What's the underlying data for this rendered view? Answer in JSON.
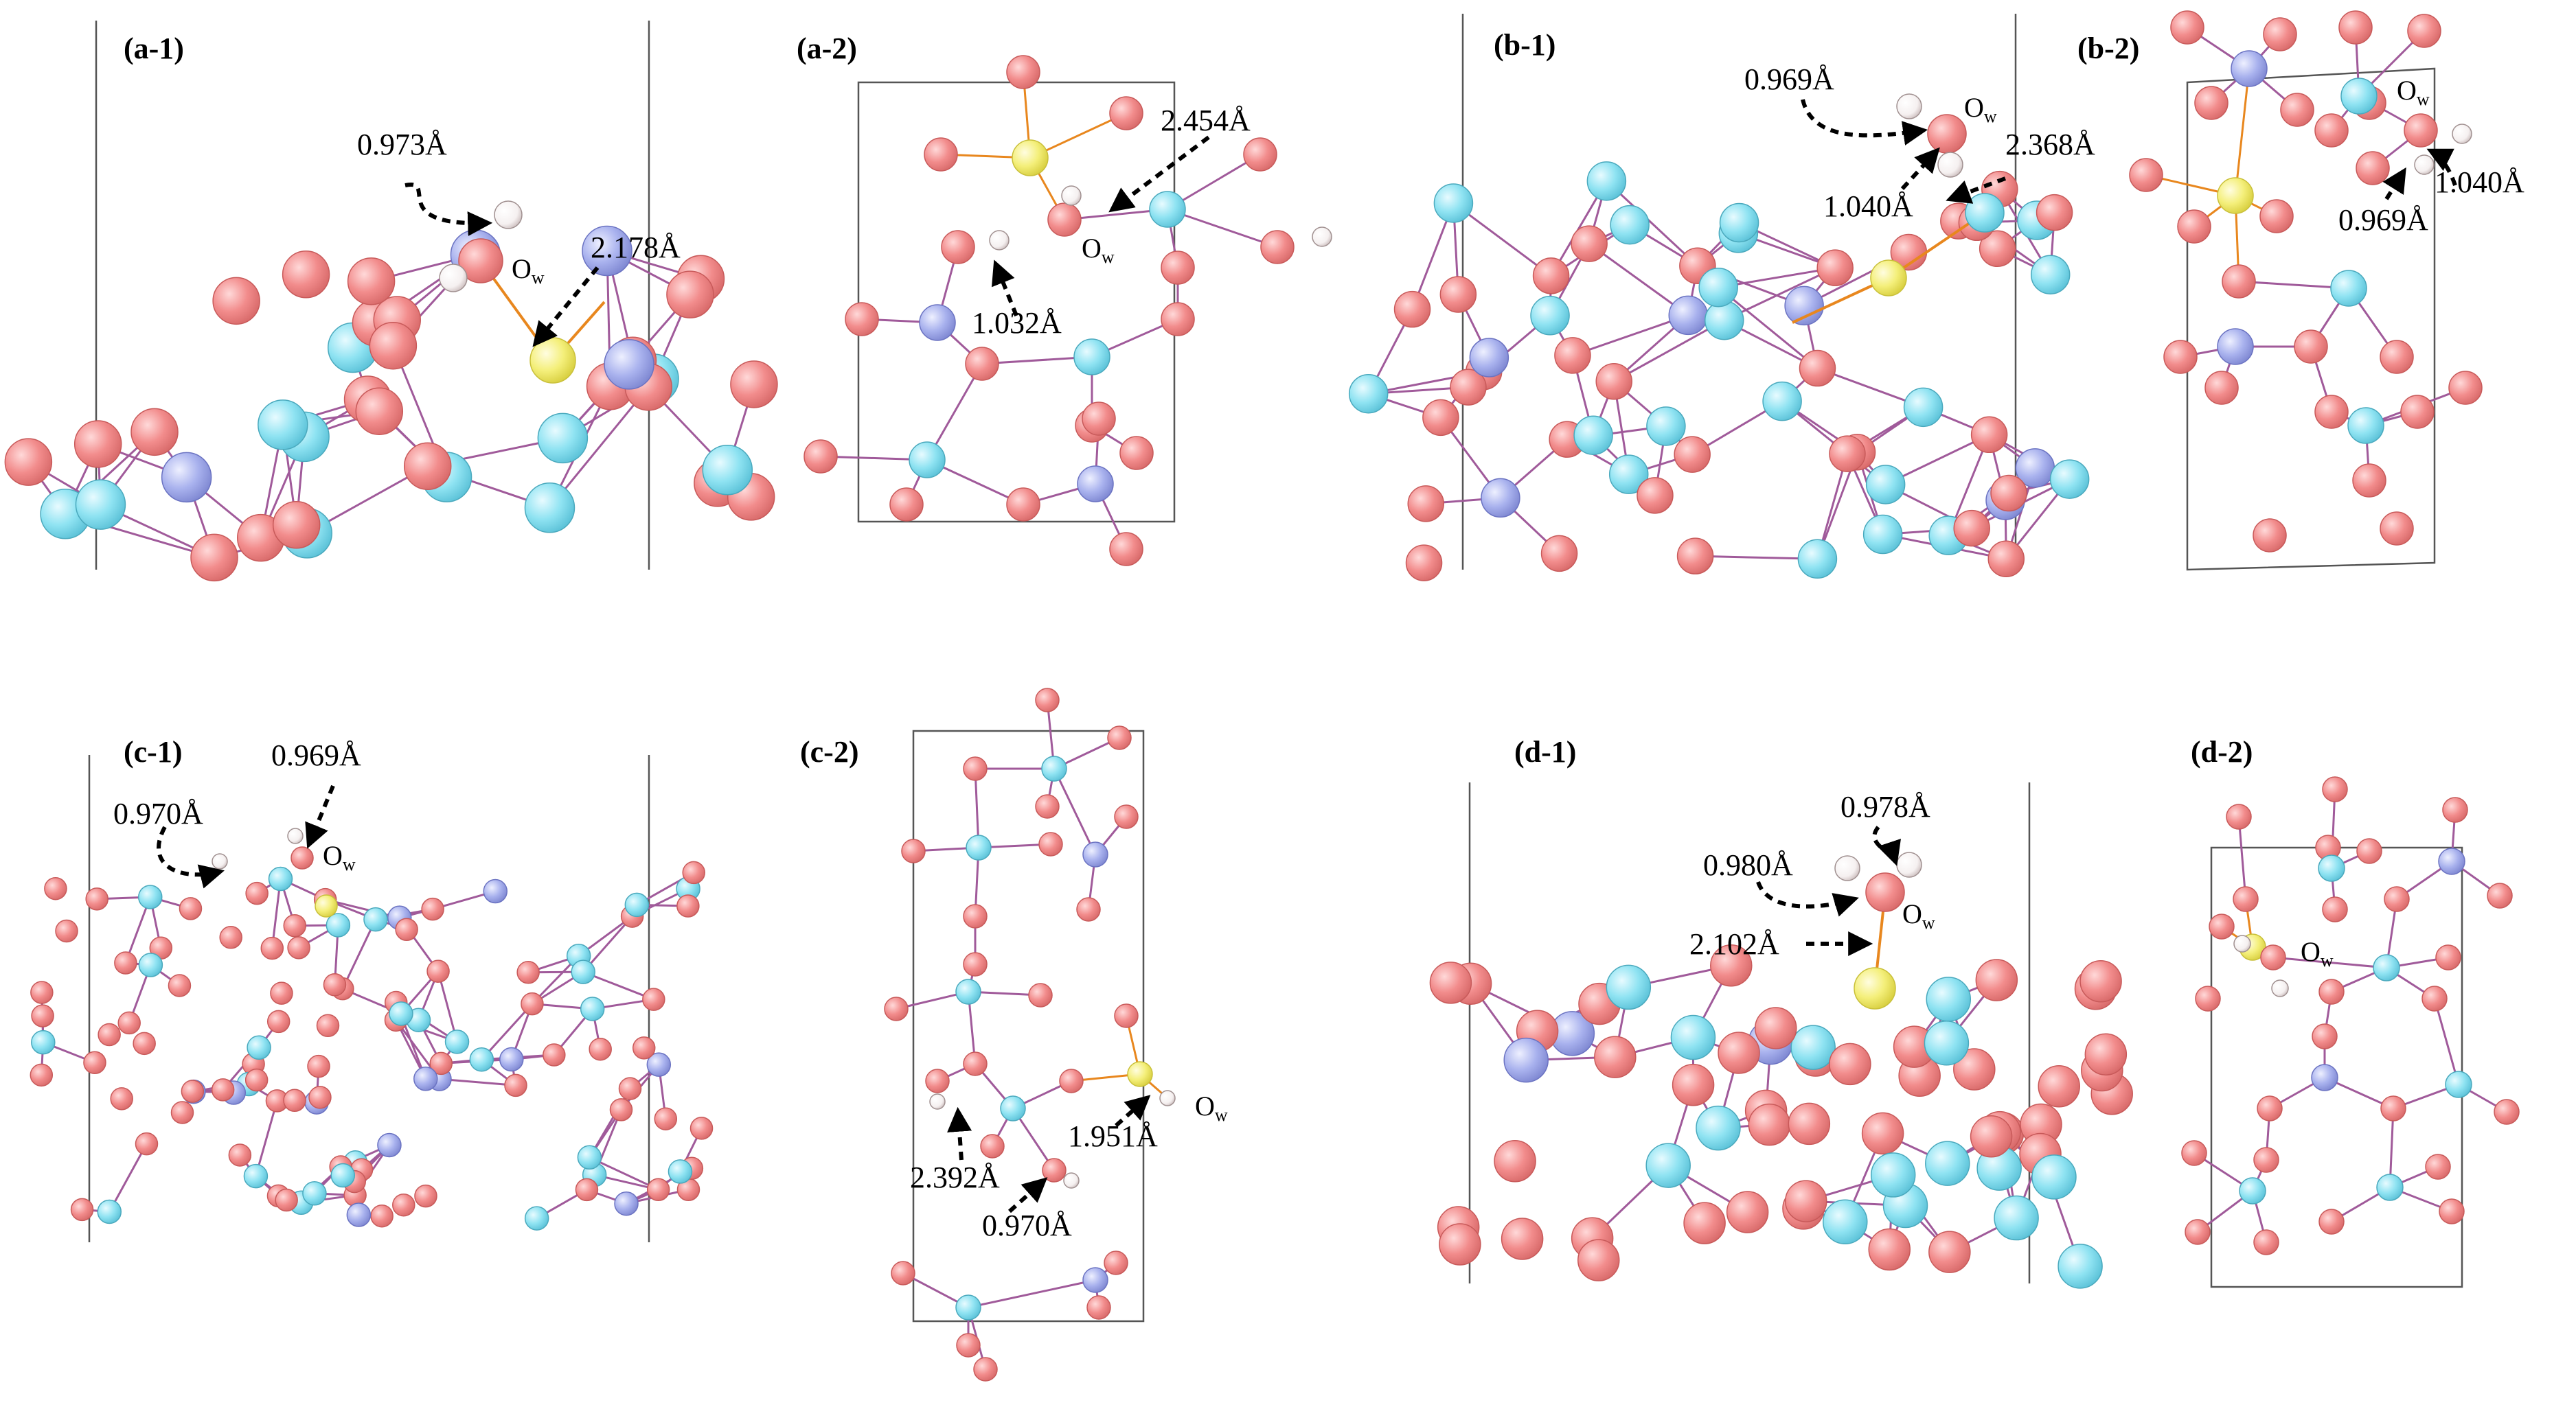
{
  "panels": [
    {
      "id": "a1",
      "label": "(a-1)",
      "distances": [
        "0.973Å",
        "2.178Å"
      ],
      "ow": true
    },
    {
      "id": "a2",
      "label": "(a-2)",
      "distances": [
        "2.454Å",
        "1.032Å"
      ],
      "ow": true
    },
    {
      "id": "b1",
      "label": "(b-1)",
      "distances": [
        "0.969Å",
        "2.368Å",
        "1.040Å"
      ],
      "ow": true
    },
    {
      "id": "b2",
      "label": "(b-2)",
      "distances": [
        "1.040Å",
        "0.969Å"
      ],
      "ow": true
    },
    {
      "id": "c1",
      "label": "(c-1)",
      "distances": [
        "0.969Å",
        "0.970Å"
      ],
      "ow": true
    },
    {
      "id": "c2",
      "label": "(c-2)",
      "distances": [
        "2.392Å",
        "1.951Å",
        "0.970Å"
      ],
      "ow": true
    },
    {
      "id": "d1",
      "label": "(d-1)",
      "distances": [
        "0.978Å",
        "0.980Å",
        "2.102Å"
      ],
      "ow": true
    },
    {
      "id": "d2",
      "label": "(d-2)",
      "distances": [],
      "ow": true
    }
  ],
  "ow_label": {
    "main": "O",
    "sub": "w"
  },
  "colors": {
    "oxygen": "#f28c8c",
    "oxygen_edge": "#c85a5a",
    "silicon": "#8fe3f2",
    "silicon_edge": "#4aa9bd",
    "aluminum": "#a9b2ee",
    "aluminum_edge": "#6b73c2",
    "metal": "#f4ef7a",
    "metal_edge": "#c9c03a",
    "hydrogen": "#ffffff",
    "hydrogen_edge": "#a09090",
    "bond": "#a05a9a",
    "metal_bond": "#e8871e",
    "cell": "#555555"
  }
}
